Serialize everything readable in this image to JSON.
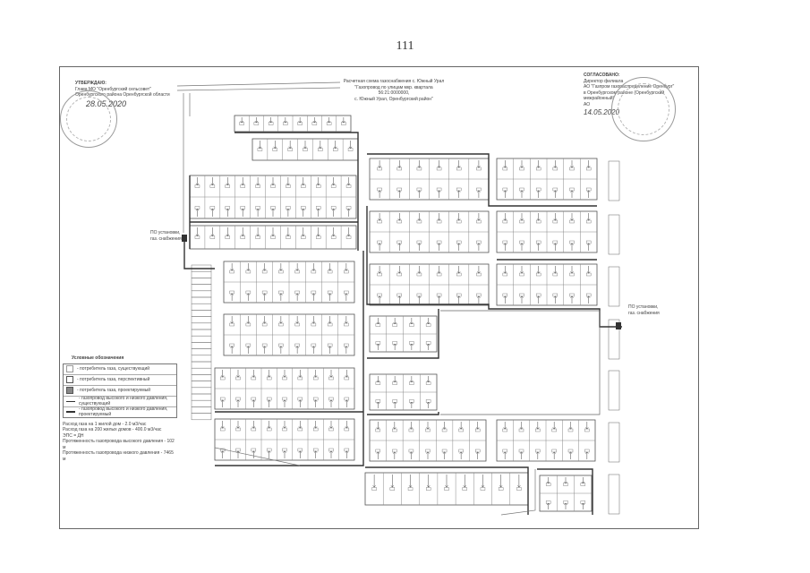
{
  "page": {
    "number": "111"
  },
  "approval_left": {
    "heading": "УТВЕРЖДАЮ:",
    "lines": [
      "Глава МО \"Оренбургский сельсовет\"",
      "Оренбургского района Оренбургской области"
    ],
    "date": "28.05.2020"
  },
  "approval_right": {
    "heading": "СОГЛАСОВАНО:",
    "lines": [
      "Директор филиала",
      "АО \"Газпром газораспределение Оренбург\"",
      "в Оренбургском районе (Оренбургский межрайонный)",
      "АО"
    ],
    "date": "14.05.2020"
  },
  "title": {
    "lines": [
      "Расчетная схема газоснабжения с. Южный Урал",
      "\"Газопровод по улицам мкр. квартала 56:21:0000000,",
      "с. Южный Урал, Оренбургский район\""
    ]
  },
  "annotations": {
    "left_connection": "ПО установки, газ. снабжения",
    "right_connection": "ПО установки, газ. снабжения"
  },
  "legend": {
    "title": "Условные обозначения",
    "rows": [
      {
        "symbol": "open-square",
        "text": "- потребитель газа, существующий"
      },
      {
        "symbol": "square",
        "text": "- потребитель газа, перспективный"
      },
      {
        "symbol": "filled-square",
        "text": "- потребитель газа, проектируемый"
      },
      {
        "symbol": "line",
        "text": "- газопровод высокого и низкого давления, существующий"
      },
      {
        "symbol": "thick-line",
        "text": "- газопровод высокого и низкого давления, проектируемый"
      }
    ],
    "notes": [
      "Расход газа на 1 жилой дом - 2.0 м3/час",
      "Расход газа на 200 жилых домов - 400.0 м3/час",
      "ЭПС = ДН",
      "Протяженность газопровода высокого давления - 102 м",
      "Протяженность газопровода низкого давления - 7465 м"
    ]
  },
  "map": {
    "blocks": []
  }
}
